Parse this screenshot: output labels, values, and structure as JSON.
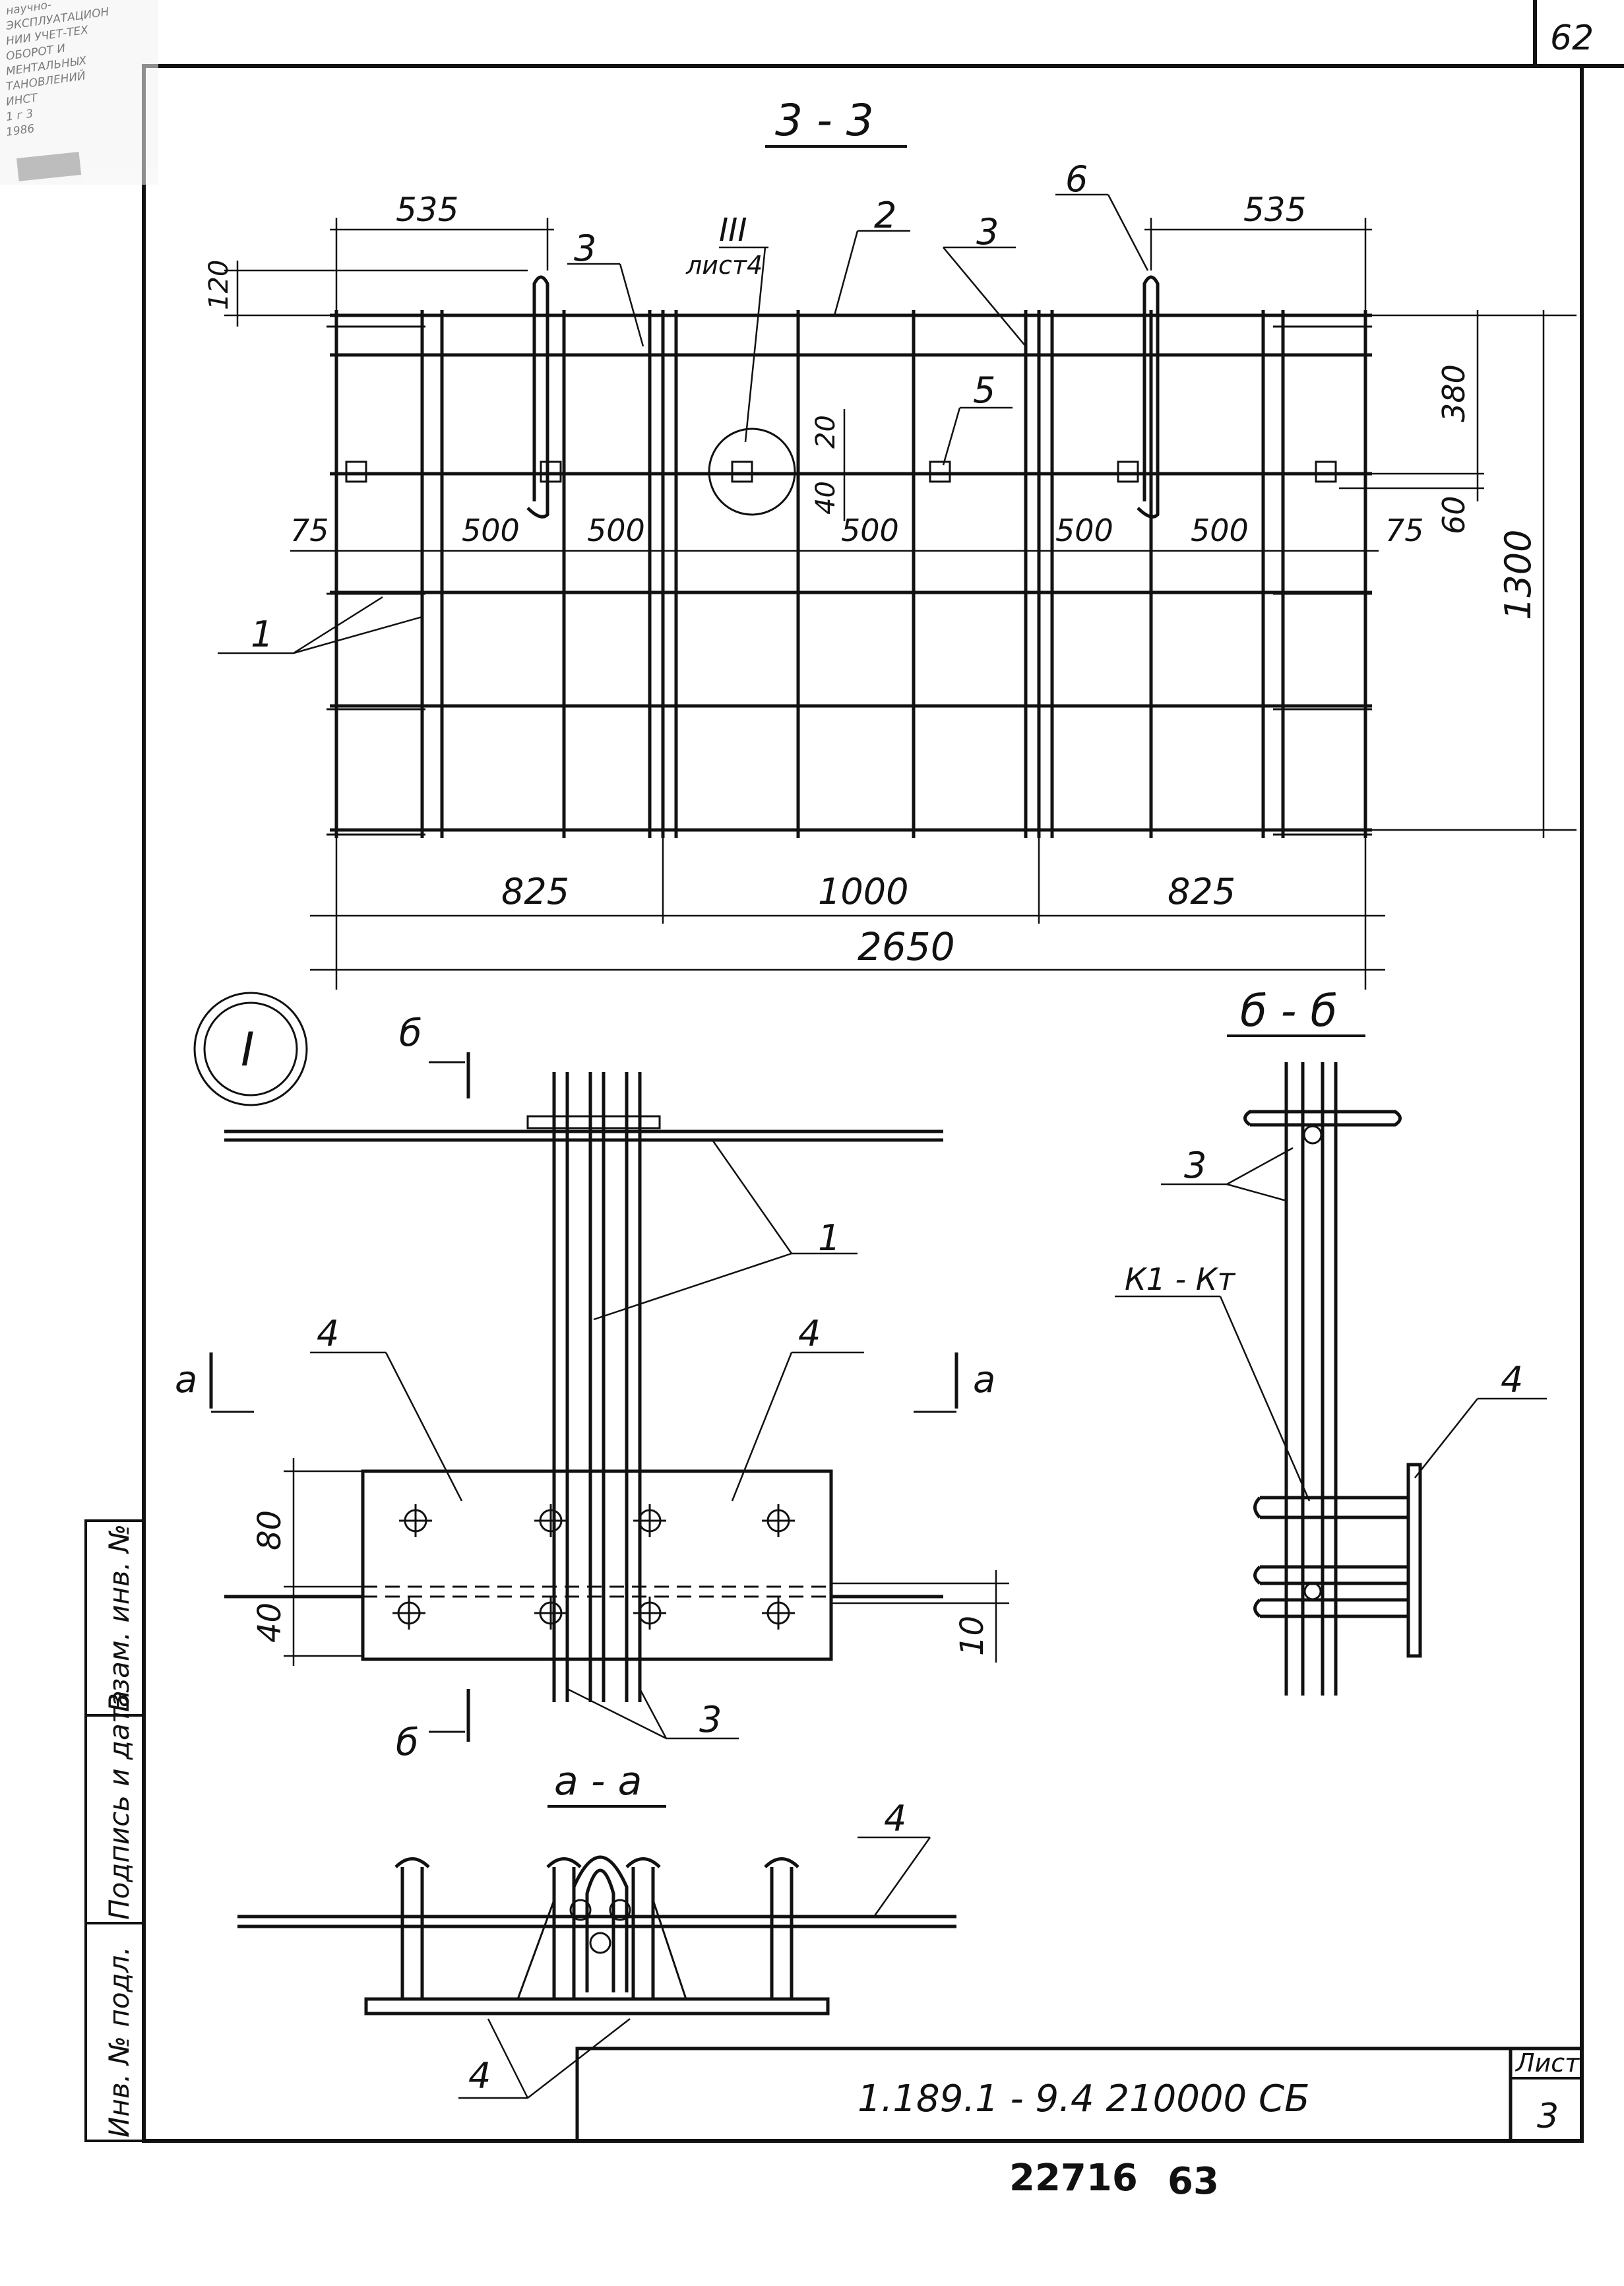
{
  "page_number": "62",
  "stamp_lines": [
    "научно-",
    "ЭКСПЛУАТАЦИОН",
    "НИИ УЧЕТ-ТЕХ",
    "ОБОРОТ И",
    "МЕНТАЛЬНЫХ",
    "ТАНОВЛЕНИЙ",
    "ИНСТ",
    "1 г 3",
    "1986"
  ],
  "view_3_3": {
    "title": "3 - 3",
    "leader_detail_num": "III",
    "leader_detail_sheet": "лист4",
    "callouts": [
      "3",
      "2",
      "3",
      "6",
      "5",
      "1"
    ],
    "dims_top": [
      "535",
      "535"
    ],
    "dim_left": "120",
    "dims_row": [
      "75",
      "500",
      "500",
      "500",
      "500",
      "500",
      "75"
    ],
    "dims_small": [
      "20",
      "40"
    ],
    "dims_right": [
      "380",
      "60",
      "1300"
    ],
    "dims_bottom": [
      "825",
      "1000",
      "825"
    ],
    "dim_total": "2650"
  },
  "detail_I": {
    "marker": "I",
    "cut_label": "б",
    "section_label": "а",
    "callouts": [
      "1",
      "4",
      "4",
      "3"
    ],
    "dims_left": [
      "80",
      "40"
    ],
    "dim_right": "10"
  },
  "section_b_b": {
    "title": "б - б",
    "callouts": [
      "3",
      "К1 - Кт",
      "4"
    ]
  },
  "section_a_a": {
    "title": "а - а",
    "callouts": [
      "4",
      "4"
    ]
  },
  "side_stamp": {
    "labels": [
      "Инв. № подл.",
      "Подпись и дата",
      "Взам. инв. №"
    ]
  },
  "title_block": {
    "doc_code": "1.189.1 - 9.4   210000  СБ",
    "sheet_label": "Лист",
    "sheet_num": "3"
  },
  "footer": {
    "code": "22716",
    "num": "63"
  }
}
